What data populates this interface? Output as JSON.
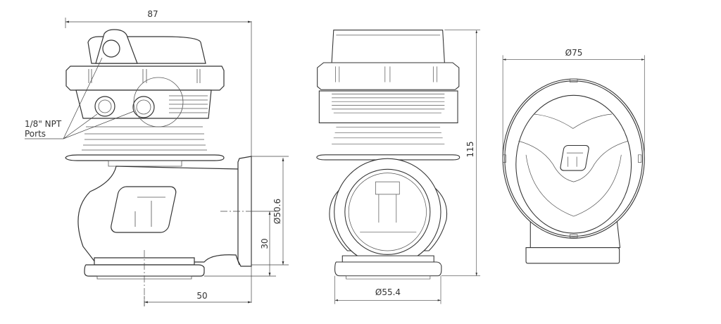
{
  "drawing": {
    "side_view": {
      "width_dim": "87",
      "offset_dim": "50",
      "height_dim": "30",
      "outlet_dim": "Ø50.6",
      "port_label_line1": "1/8\" NPT",
      "port_label_line2": "Ports"
    },
    "front_view": {
      "height_dim": "115",
      "base_dim": "Ø55.4"
    },
    "top_view": {
      "diameter_dim": "Ø75"
    },
    "colors": {
      "line": "#333333",
      "background": "#ffffff"
    }
  }
}
